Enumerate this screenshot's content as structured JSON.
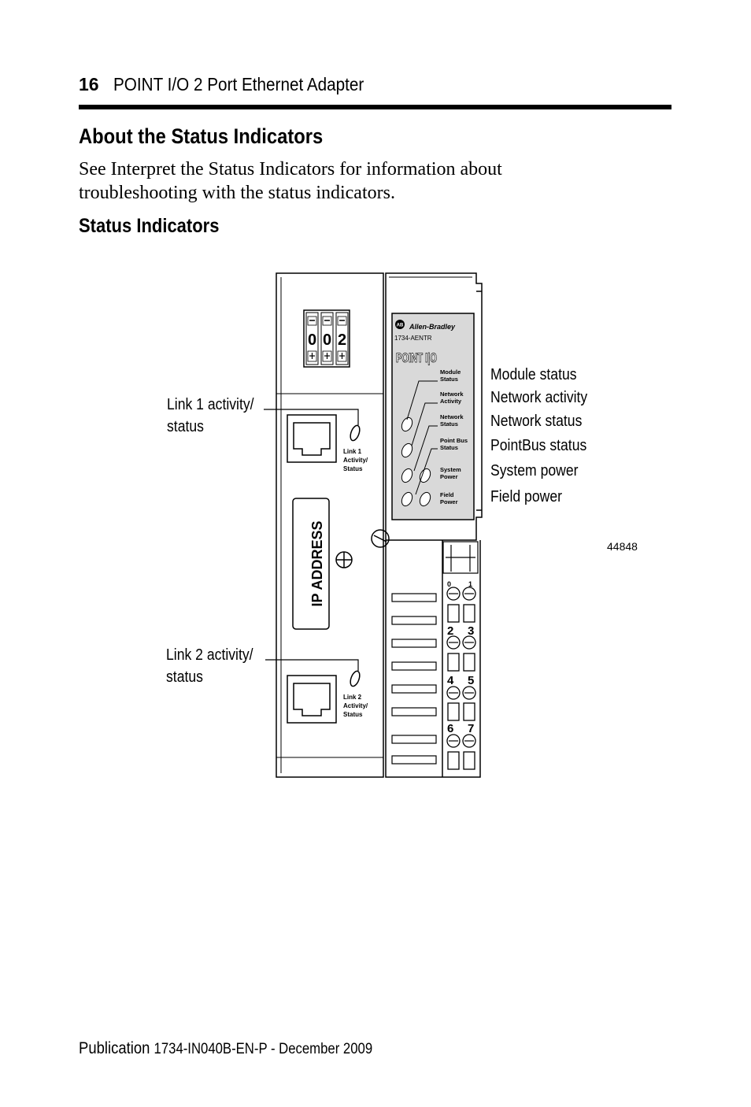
{
  "header": {
    "page_number": "16",
    "title": "POINT I/O 2 Port Ethernet Adapter"
  },
  "section": {
    "title": "About the Status Indicators",
    "body": "See Interpret the Status Indicators for information about troubleshooting with the status indicators."
  },
  "subsection": {
    "title": "Status Indicators"
  },
  "figure": {
    "figure_number": "44848",
    "left_callouts": {
      "link1": "Link 1 activity/\nstatus",
      "link2": "Link 2 activity/\nstatus"
    },
    "right_callouts": [
      "Module status",
      "Network activity",
      "Network status",
      "PointBus status",
      "System power",
      "Field power"
    ],
    "device": {
      "brand": "Allen-Bradley",
      "brand_logo": "AB",
      "model": "1734-AENTR",
      "product": "POINT I|O",
      "ip_label": "IP ADDRESS",
      "switch_digits": [
        "0",
        "0",
        "2"
      ],
      "link1_label": [
        "Link 1",
        "Activity/",
        "Status"
      ],
      "link2_label": [
        "Link 2",
        "Activity/",
        "Status"
      ],
      "led_labels": [
        [
          "Module",
          "Status"
        ],
        [
          "Network",
          "Activity"
        ],
        [
          "Network",
          "Status"
        ],
        [
          "Point Bus",
          "Status"
        ],
        [
          "System",
          "Power"
        ],
        [
          "Field",
          "Power"
        ]
      ],
      "terminal_numbers": [
        "0",
        "1",
        "2",
        "3",
        "4",
        "5",
        "6",
        "7"
      ]
    }
  },
  "footer": {
    "publication_label": "Publication",
    "publication_id": "1734-IN040B-EN-P - December 2009"
  }
}
